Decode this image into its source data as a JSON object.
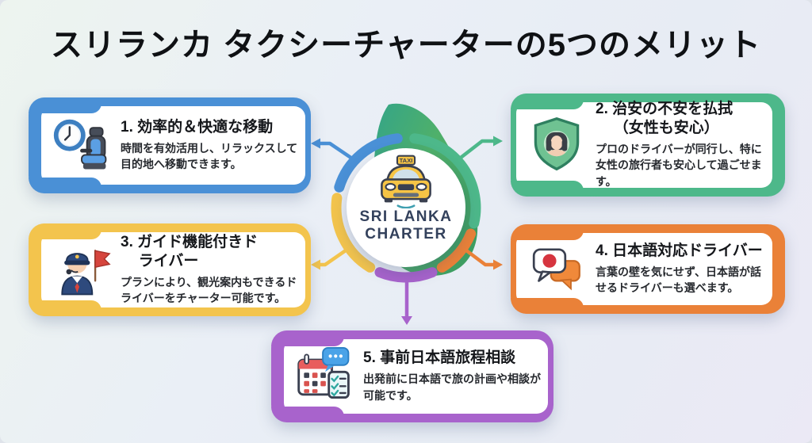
{
  "title": "スリランカ タクシーチャーターの5つのメリット",
  "center": {
    "map_icon": "sri-lanka-map-silhouette",
    "taxi_icon": "taxi-front-icon",
    "taxi_sign": "TAXI",
    "brand_line1": "SRI LANKA",
    "brand_line2": "CHARTER"
  },
  "cards": [
    {
      "number": "1",
      "title_line1": "1. 効率的＆快適な移動",
      "title_line2": "",
      "body": "時間を有効活用し、リラックスして目的地へ移動できます。",
      "accent_color": "#4a90d6",
      "icon": "clock-and-car-seat-icon"
    },
    {
      "number": "2",
      "title_line1": "2. 治安の不安を払拭",
      "title_line2": "（女性も安心）",
      "body": "プロのドライバーが同行し、特に女性の旅行者も安心して過ごせます。",
      "accent_color": "#4db88a",
      "icon": "shield-with-woman-icon"
    },
    {
      "number": "3",
      "title_line1": "3. ガイド機能付きド",
      "title_line2": "ライバー",
      "body": "プランにより、観光案内もできるドライバーをチャーター可能です。",
      "accent_color": "#f3c44d",
      "icon": "guide-driver-icon"
    },
    {
      "number": "4",
      "title_line1": "4. 日本語対応ドライバー",
      "title_line2": "",
      "body": "言葉の壁を気にせず、日本語が話せるドライバーも選べます。",
      "accent_color": "#ea8138",
      "icon": "japan-speech-bubbles-icon"
    },
    {
      "number": "5",
      "title_line1": "5. 事前日本語旅程相談",
      "title_line2": "",
      "body": "出発前に日本語で旅の計画や相談が可能です。",
      "accent_color": "#a863cc",
      "icon": "calendar-chat-checklist-icon"
    }
  ],
  "ring_colors": {
    "blue": "#4a90d6",
    "green": "#4db88a",
    "yellow": "#f3c44d",
    "orange": "#ea8138",
    "purple": "#a863cc"
  }
}
